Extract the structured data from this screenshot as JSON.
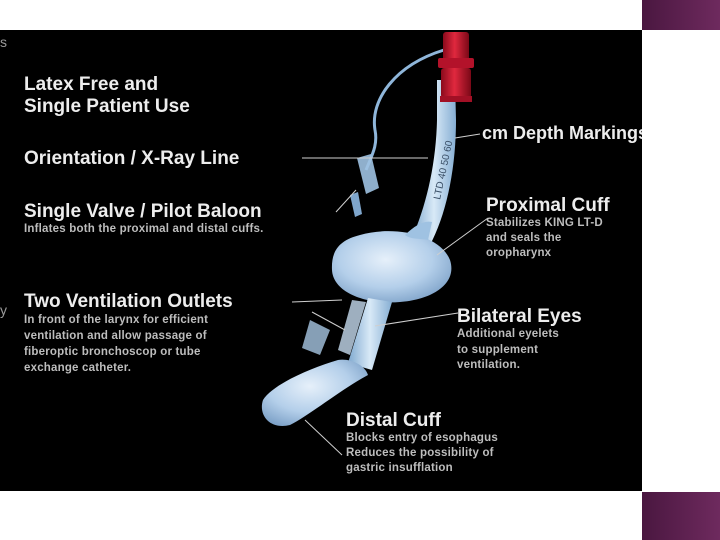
{
  "edge_fragments": [
    "s",
    "y"
  ],
  "labels": {
    "latex": {
      "line1": "Latex Free and",
      "line2": "Single Patient Use"
    },
    "orientation": {
      "title": "Orientation / X-Ray Line"
    },
    "valve": {
      "title": "Single Valve / Pilot Baloon",
      "desc1": "Inflates both the proximal and distal cuffs."
    },
    "outlets": {
      "title": "Two Ventilation Outlets",
      "desc1": "In front of the larynx for  efficient",
      "desc2": "ventilation and allow passage of",
      "desc3": "fiberoptic bronchoscop or tube",
      "desc4": "exchange catheter."
    },
    "depth": {
      "title": "cm Depth Markings"
    },
    "proximal": {
      "title": "Proximal Cuff",
      "desc1": "Stabilizes KING LT-D",
      "desc2": "and seals the",
      "desc3": "oropharynx"
    },
    "eyes": {
      "title": "Bilateral Eyes",
      "desc1": "Additional eyelets",
      "desc2": "to supplement",
      "desc3": "ventilation."
    },
    "distal": {
      "title": "Distal Cuff",
      "desc1": "Blocks entry of esophagus",
      "desc2": "Reduces the possibility of",
      "desc3": "gastric insufflation"
    }
  },
  "colors": {
    "background": "#000000",
    "accent_bar": "#5c2050",
    "tube": "#a9c9e4",
    "connector": "#c8102e",
    "cuff": "#b9d3ec",
    "leader_line": "#cfcfcf"
  }
}
